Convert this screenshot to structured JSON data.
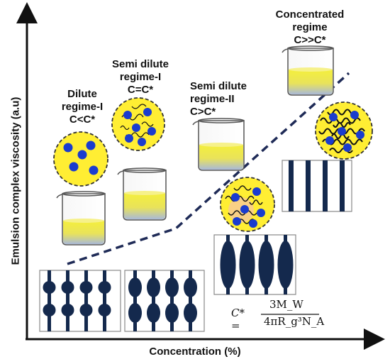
{
  "axes": {
    "y_label": "Emulsion complex viscosity (a.u)",
    "x_label": "Concentration (%)"
  },
  "regimes": [
    {
      "lines": [
        "Dilute",
        "regime-I",
        "C<C*"
      ]
    },
    {
      "lines": [
        "Semi dilute",
        "regime-I",
        "C=C*"
      ]
    },
    {
      "lines": [
        "Semi dilute",
        "regime-II",
        "C>C*"
      ]
    },
    {
      "lines": [
        "Concentrated",
        "regime",
        "C>>C*"
      ]
    }
  ],
  "formula": {
    "lhs": "C* =",
    "numerator": "3M_W",
    "denominator": "4πR_g³N_A"
  },
  "colors": {
    "axis": "#111111",
    "trend": "#1f2b57",
    "droplet_fill": "#ffee33",
    "particle": "#1a3ccf",
    "chain": "#111111",
    "bar": "#14294d",
    "liquid": "#f3ee3a"
  }
}
